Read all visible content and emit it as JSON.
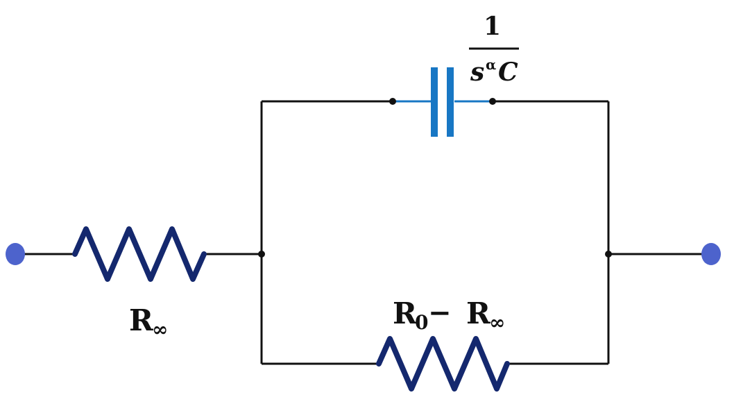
{
  "diagram": {
    "type": "circuit",
    "title": "",
    "colors": {
      "wire": "#111111",
      "resistor": "#14286e",
      "capacitor": "#1877c4",
      "terminal": "#4d63cc",
      "node": "#111111"
    },
    "components": [
      {
        "id": "r-inf",
        "kind": "resistor",
        "label_main": "R",
        "label_sub": "∞"
      },
      {
        "id": "r-diff",
        "kind": "resistor",
        "label_main_1": "R",
        "label_sub_1": "0",
        "label_op": "−",
        "label_main_2": "R",
        "label_sub_2": "∞"
      },
      {
        "id": "cpe",
        "kind": "capacitor",
        "label_numerator": "1",
        "label_denom_s": "s",
        "label_denom_alpha": "α",
        "label_denom_c": "C"
      }
    ],
    "topology": "R∞ in series with (CPE ∥ (R0 − R∞))",
    "terminals": [
      "left-terminal",
      "right-terminal"
    ]
  }
}
